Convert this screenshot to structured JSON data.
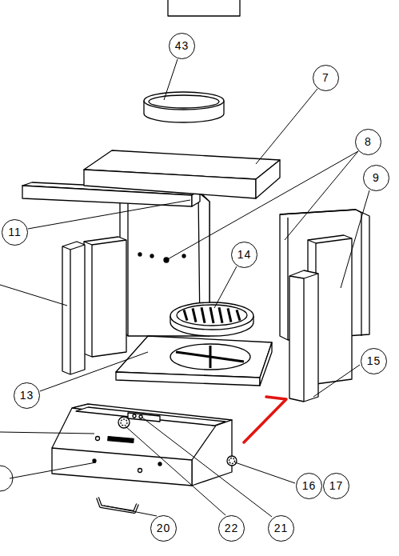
{
  "diagram": {
    "labels": [
      "43",
      "7",
      "8",
      "9",
      "11",
      "14",
      "15",
      "13",
      "16",
      "17",
      "20",
      "22",
      "21"
    ]
  }
}
